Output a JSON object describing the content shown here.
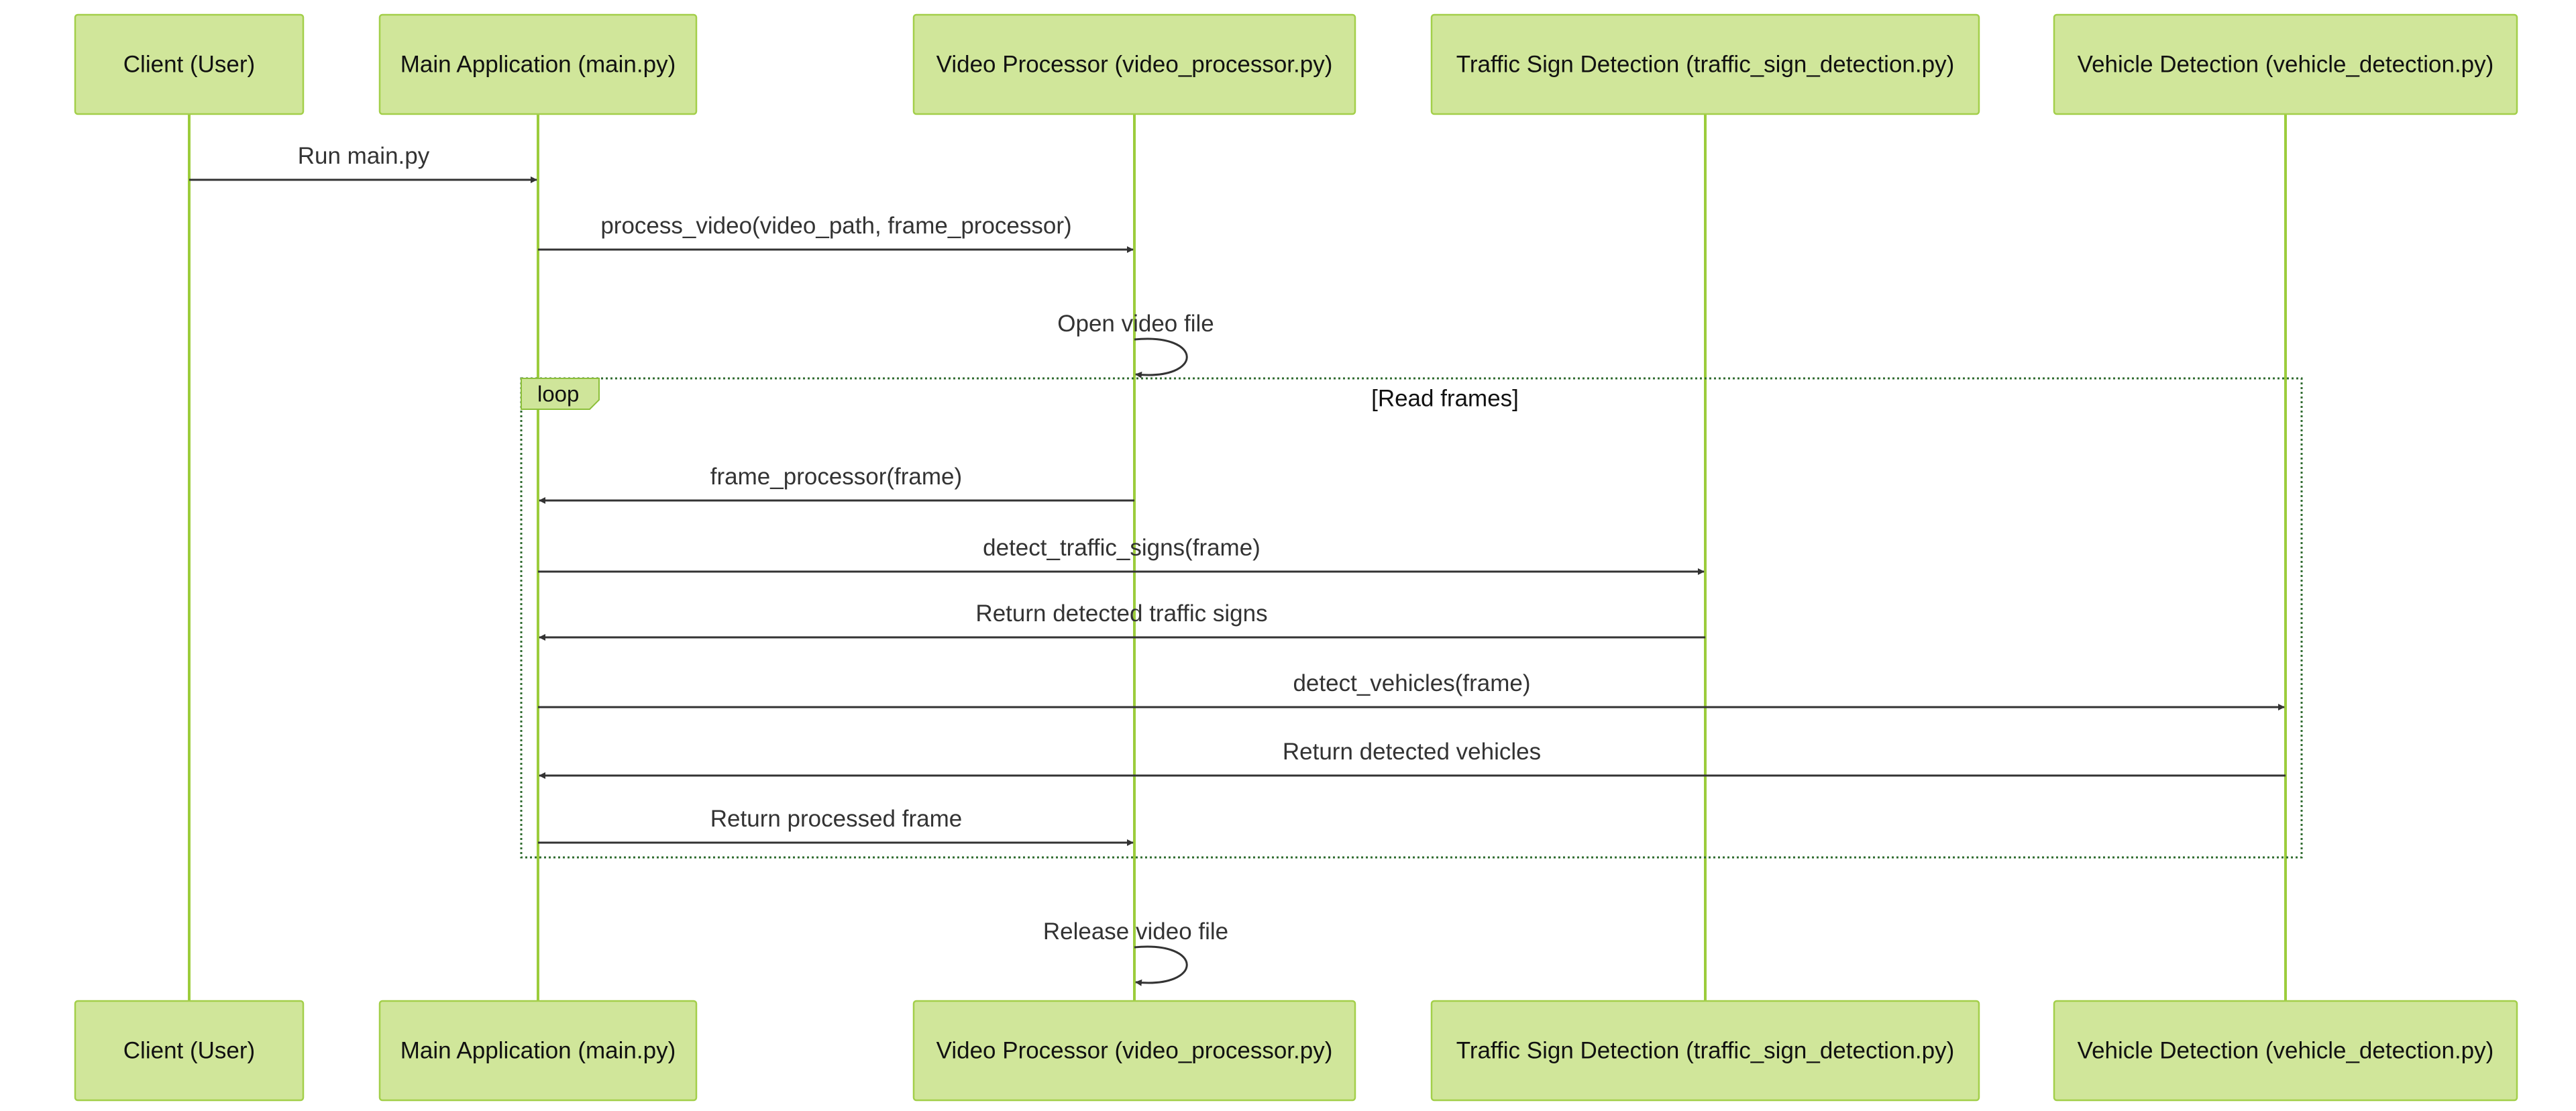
{
  "diagram": {
    "type": "sequence",
    "colors": {
      "actor_fill": "#d0e69a",
      "actor_border": "#a3cf4a",
      "lifeline": "#9ccc3c",
      "message": "#333333",
      "loop_border": "#2f6b2f"
    },
    "participants": [
      {
        "id": "client",
        "label": "Client (User)"
      },
      {
        "id": "main",
        "label": "Main Application (main.py)"
      },
      {
        "id": "video",
        "label": "Video Processor (video_processor.py)"
      },
      {
        "id": "traffic",
        "label": "Traffic Sign Detection (traffic_sign_detection.py)"
      },
      {
        "id": "vehicle",
        "label": "Vehicle Detection (vehicle_detection.py)"
      }
    ],
    "messages": [
      {
        "from": "client",
        "to": "main",
        "label": "Run main.py"
      },
      {
        "from": "main",
        "to": "video",
        "label": "process_video(video_path, frame_processor)"
      },
      {
        "from": "video",
        "to": "video",
        "label": "Open video file"
      },
      {
        "from": "video",
        "to": "main",
        "label": "frame_processor(frame)"
      },
      {
        "from": "main",
        "to": "traffic",
        "label": "detect_traffic_signs(frame)"
      },
      {
        "from": "traffic",
        "to": "main",
        "label": "Return detected traffic signs"
      },
      {
        "from": "main",
        "to": "vehicle",
        "label": "detect_vehicles(frame)"
      },
      {
        "from": "vehicle",
        "to": "main",
        "label": "Return detected vehicles"
      },
      {
        "from": "main",
        "to": "video",
        "label": "Return processed frame"
      },
      {
        "from": "video",
        "to": "video",
        "label": "Release video file"
      }
    ],
    "loop": {
      "keyword": "loop",
      "condition": "[Read frames]",
      "first_message": 3,
      "last_message": 8
    }
  }
}
